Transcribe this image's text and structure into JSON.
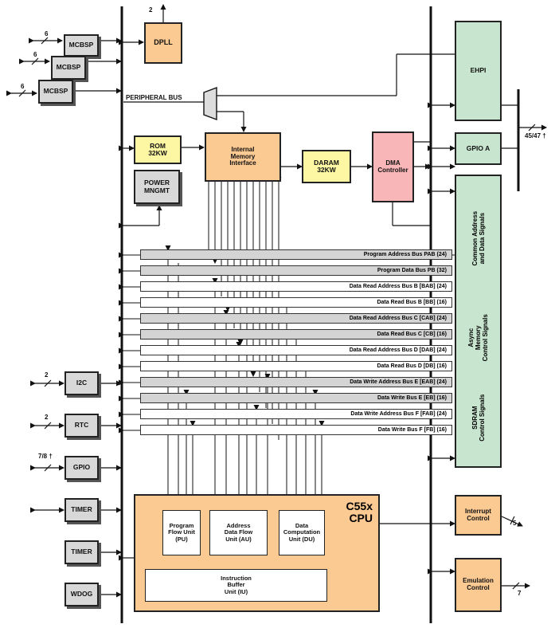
{
  "peripherals_left": {
    "mcbsp": [
      "MCBSP",
      "MCBSP",
      "MCBSP"
    ],
    "mcbsp_widths": [
      "6",
      "6",
      "6"
    ],
    "i2c": "I2C",
    "i2c_width": "2",
    "rtc": "RTC",
    "rtc_width": "2",
    "gpio": "GPIO",
    "gpio_width": "7/8 †",
    "timer1": "TIMER",
    "timer2": "TIMER",
    "wdog": "WDOG"
  },
  "dpll": {
    "label": "DPLL",
    "width": "2"
  },
  "peripheral_bus": "PERIPHERAL BUS",
  "rom": {
    "line1": "ROM",
    "line2": "32KW"
  },
  "power": {
    "line1": "POWER",
    "line2": "MNGMT"
  },
  "memory_interface": {
    "line1": "Internal",
    "line2": "Memory",
    "line3": "Interface"
  },
  "daram": {
    "line1": "DARAM",
    "line2": "32KW"
  },
  "dma": {
    "line1": "DMA",
    "line2": "Controller"
  },
  "right": {
    "ehpi": "EHPI",
    "gpio_a": "GPIO A",
    "ext_width": "45/47 †",
    "common": [
      "Common Address",
      "and Data Signals"
    ],
    "async": [
      "Async",
      "Memory",
      "Control Signals"
    ],
    "sdram": [
      "SDRAM",
      "Control Signals"
    ],
    "interrupt": {
      "line1": "Interrupt",
      "line2": "Control",
      "width": "5"
    },
    "emulation": {
      "line1": "Emulation",
      "line2": "Control",
      "width": "7"
    }
  },
  "buses": [
    "Program Address Bus PAB (24)",
    "Program Data Bus PB (32)",
    "Data Read Address Bus B [BAB] (24)",
    "Data Read Bus B [BB] (16)",
    "Data Read Address Bus C [CAB] (24)",
    "Data Read Bus C [CB] (16)",
    "Data Read Address Bus D [DAB] (24)",
    "Data Read Bus D [DB] (16)",
    "Data Write Address Bus E [EAB] (24)",
    "Data Write Bus E [EB] (16)",
    "Data Write Address Bus F [FAB] (24)",
    "Data Write Bus F [FB] (16)"
  ],
  "cpu": {
    "title1": "C55x",
    "title2": "CPU",
    "pu": [
      "Program",
      "Flow Unit",
      "(PU)"
    ],
    "au": [
      "Address",
      "Data Flow",
      "Unit (AU)"
    ],
    "du": [
      "Data",
      "Computation",
      "Unit (DU)"
    ],
    "iu": [
      "Instruction",
      "Buffer",
      "Unit (IU)"
    ]
  }
}
